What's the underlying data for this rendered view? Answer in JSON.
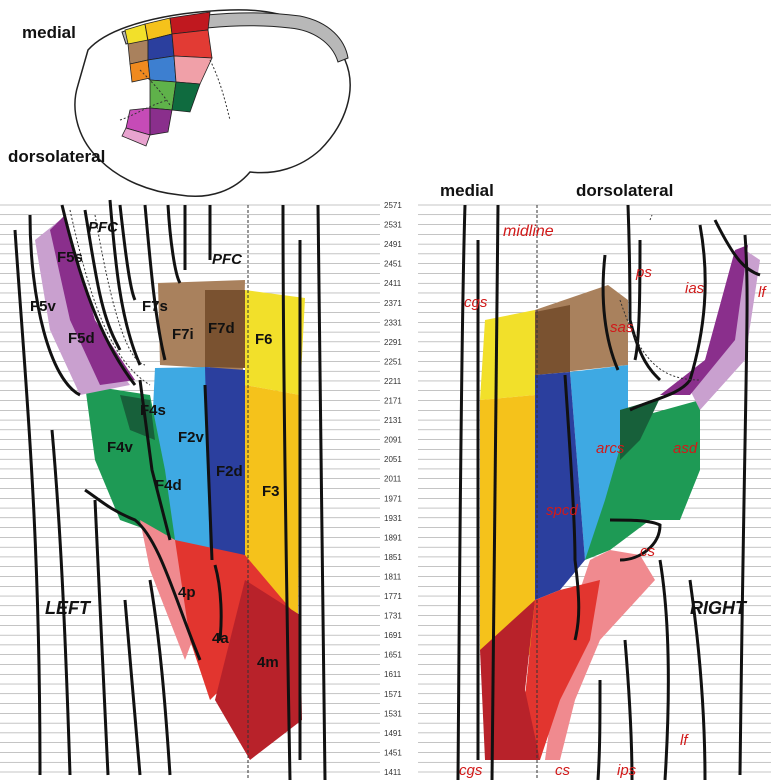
{
  "headers": {
    "inset_medial": "medial",
    "inset_dorsolateral": "dorsolateral",
    "medial": "medial",
    "dorsolateral": "dorsolateral",
    "left": "LEFT",
    "right": "RIGHT"
  },
  "depth_ticks": [
    "2571",
    "2531",
    "2491",
    "2451",
    "2411",
    "2371",
    "2331",
    "2291",
    "2251",
    "2211",
    "2171",
    "2131",
    "2091",
    "2051",
    "2011",
    "1971",
    "1931",
    "1891",
    "1851",
    "1811",
    "1771",
    "1731",
    "1691",
    "1651",
    "1611",
    "1571",
    "1531",
    "1491",
    "1451",
    "1411"
  ],
  "left_labels": {
    "pfc_top": "PFC",
    "pfc_mid": "PFC",
    "F5s": "F5s",
    "F5v": "F5v",
    "F5d": "F5d",
    "F7s": "F7s",
    "F7i": "F7i",
    "F7d": "F7d",
    "F6": "F6",
    "F4s": "F4s",
    "F4v": "F4v",
    "F2v": "F2v",
    "F2d": "F2d",
    "F4d": "F4d",
    "F3": "F3",
    "4p": "4p",
    "4a": "4a",
    "4m": "4m"
  },
  "right_labels": {
    "midline": "midline",
    "cgs_top": "cgs",
    "cgs_bottom": "cgs",
    "ps": "ps",
    "ias": "ias",
    "lf_top": "lf",
    "lf_bottom": "lf",
    "sas": "sas",
    "arcs": "arcs",
    "asd": "asd",
    "spcd": "spcd",
    "cs_mid": "cs",
    "cs_bottom": "cs",
    "ips": "ips"
  },
  "colors": {
    "F7d": "#7a5230",
    "F7": "#a9815d",
    "F6": "#f2e02a",
    "F3": "#f5c21b",
    "F2": "#2b3f9e",
    "F2v": "#3ea9e3",
    "F4": "#1e9a55",
    "F4s": "#17603a",
    "F5": "#8a2f8c",
    "F5_light": "#c9a0cf",
    "M1_4a": "#e2352f",
    "M1_4m": "#b8222a",
    "M1_4p": "#f08a8f",
    "red_text": "#d11a1a"
  }
}
